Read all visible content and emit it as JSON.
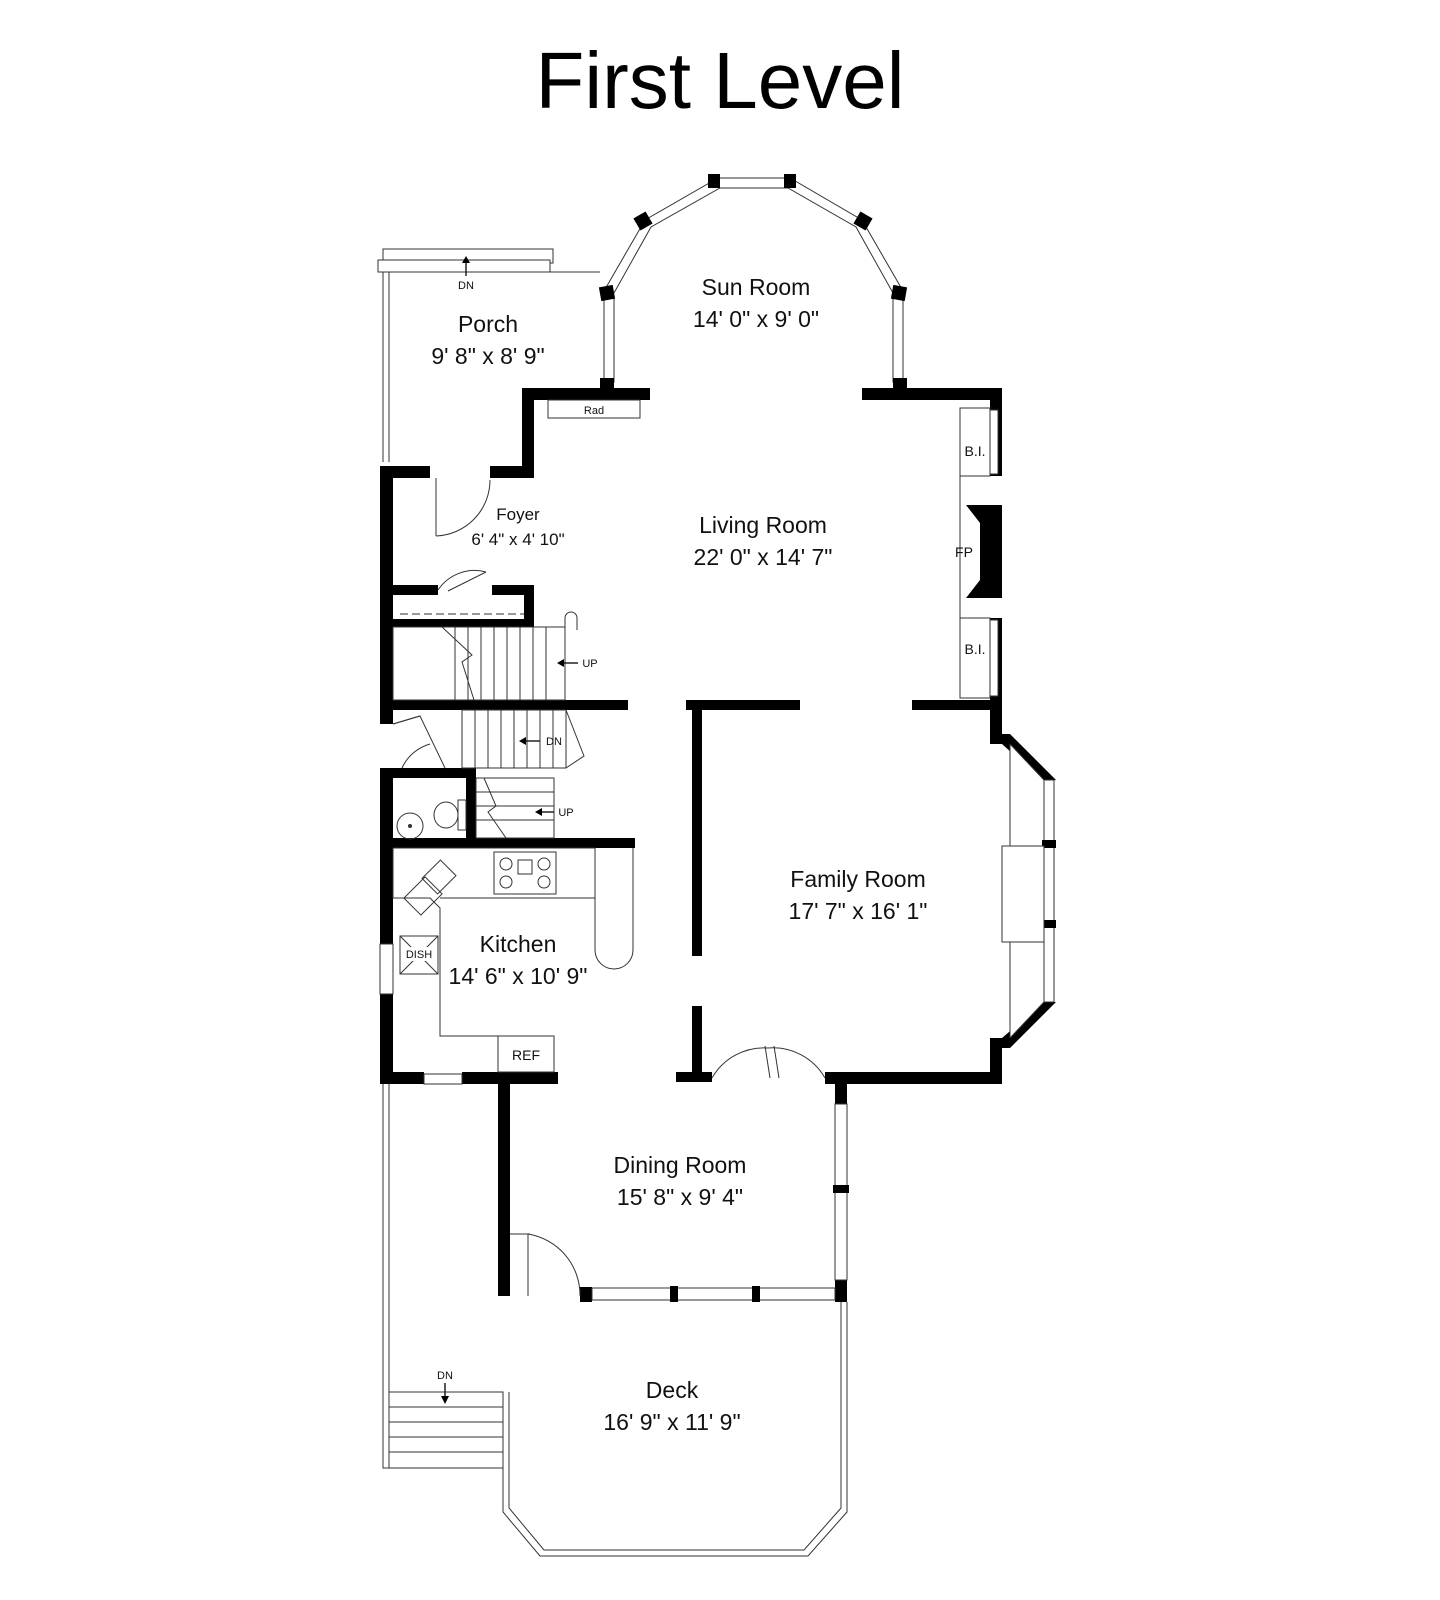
{
  "title": "First Level",
  "rooms": {
    "sun_room": {
      "name": "Sun Room",
      "dims": "14' 0\" x 9' 0\""
    },
    "porch": {
      "name": "Porch",
      "dims": "9' 8\" x 8' 9\""
    },
    "living_room": {
      "name": "Living Room",
      "dims": "22' 0\" x 14' 7\""
    },
    "foyer": {
      "name": "Foyer",
      "dims": "6' 4\" x 4' 10\""
    },
    "family_room": {
      "name": "Family Room",
      "dims": "17' 7\" x 16' 1\""
    },
    "kitchen": {
      "name": "Kitchen",
      "dims": "14' 6\" x 10' 9\""
    },
    "dining_room": {
      "name": "Dining Room",
      "dims": "15' 8\" x 9' 4\""
    },
    "deck": {
      "name": "Deck",
      "dims": "16' 9\" x 11' 9\""
    }
  },
  "fixtures": {
    "rad": "Rad",
    "builtin": "B.I.",
    "fireplace": "FP",
    "dishwasher": "DISH",
    "refrigerator": "REF"
  },
  "stair_labels": {
    "up": "UP",
    "down": "DN"
  }
}
